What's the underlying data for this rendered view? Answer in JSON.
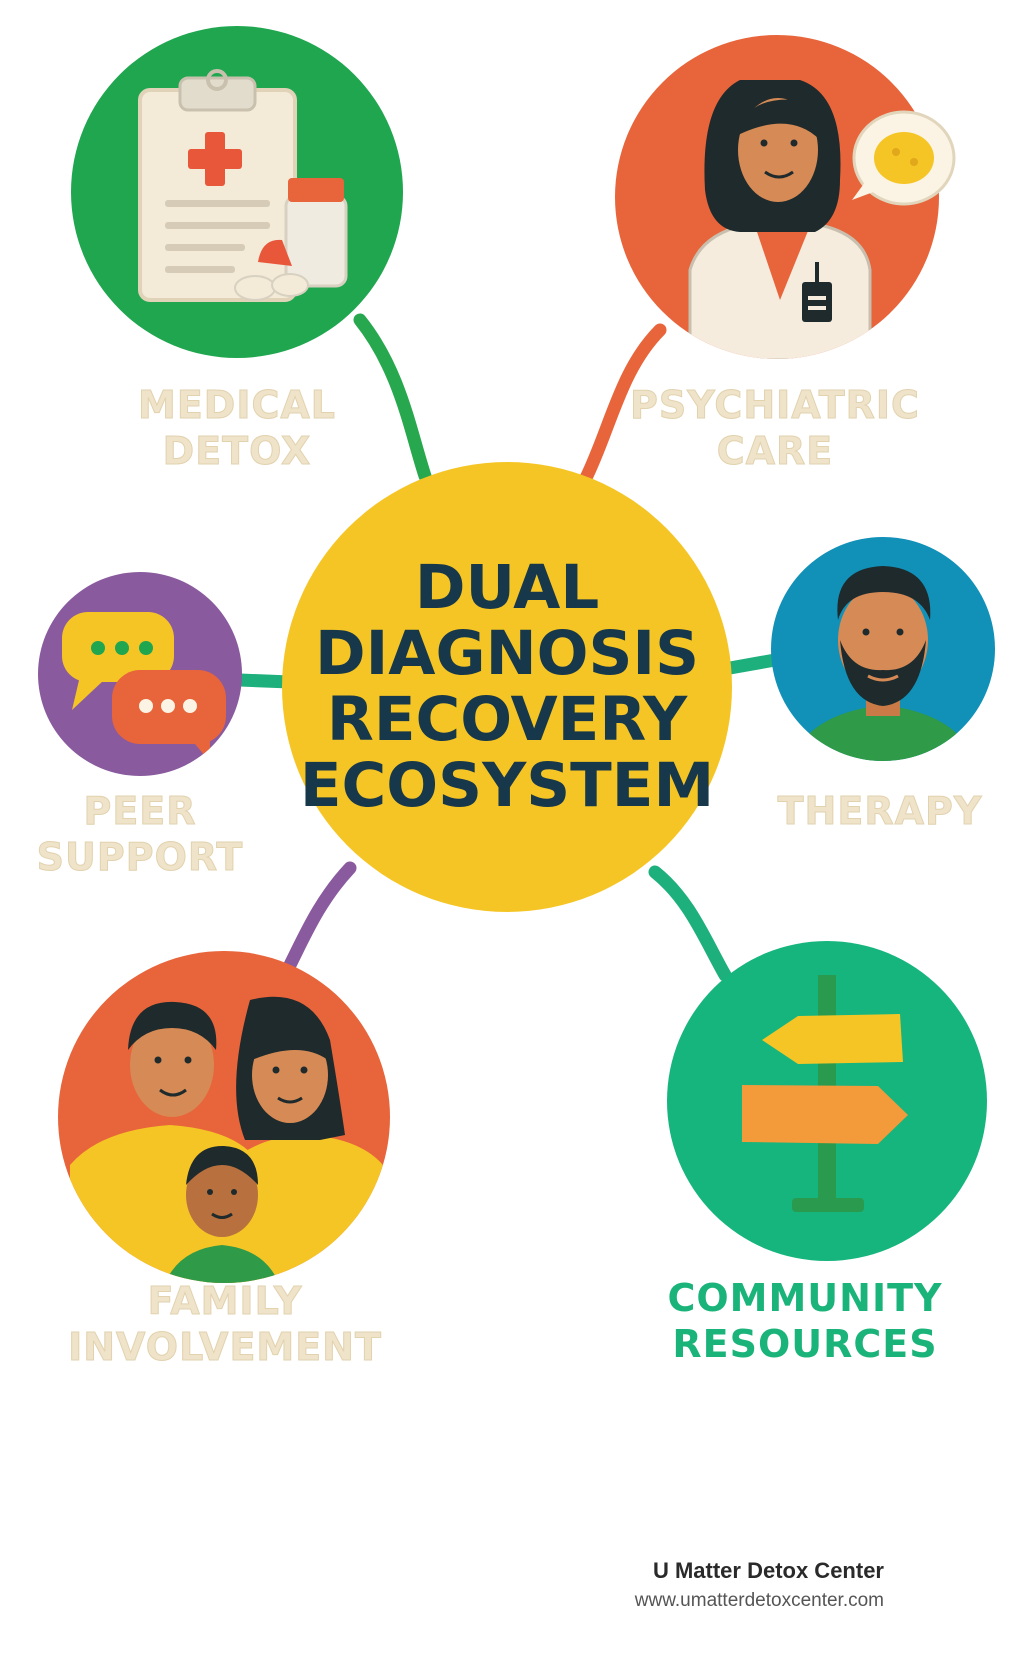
{
  "title_lines": [
    "DUAL",
    "DIAGNOSIS",
    "RECOVERY",
    "ECOSYSTEM"
  ],
  "nodes": {
    "medical_detox": {
      "lines": [
        "MEDICAL",
        "DETOX"
      ],
      "icon": "clipboard-medication-icon",
      "circle_color": "#1fa64f",
      "connector_color": "#27a84e"
    },
    "psychiatric_care": {
      "lines": [
        "PSYCHIATRIC",
        "CARE"
      ],
      "icon": "doctor-icon",
      "circle_color": "#e8643a",
      "connector_color": "#e8643a"
    },
    "peer_support": {
      "lines": [
        "PEER",
        "SUPPORT"
      ],
      "icon": "chat-bubbles-icon",
      "circle_color": "#8a5a9e",
      "connector_color": "#1eb07c"
    },
    "therapy": {
      "lines": [
        "THERAPY"
      ],
      "icon": "bearded-man-icon",
      "circle_color": "#1190b8",
      "connector_color": "#1eb07c"
    },
    "family_involvement": {
      "lines": [
        "FAMILY",
        "INVOLVEMENT"
      ],
      "icon": "family-icon",
      "circle_color": "#e8643a",
      "connector_color": "#8a5a9e"
    },
    "community_resources": {
      "lines": [
        "COMMUNITY",
        "RESOURCES"
      ],
      "icon": "signpost-icon",
      "circle_color": "#15b57d",
      "connector_color": "#1eb07c"
    }
  },
  "colors": {
    "center": "#f5c526",
    "title_text": "#17384a",
    "label_cream": "#efe3c9",
    "label_green": "#1ab47a"
  },
  "footer": {
    "org": "U Matter Detox Center",
    "url": "www.umatterdetoxcenter.com"
  }
}
